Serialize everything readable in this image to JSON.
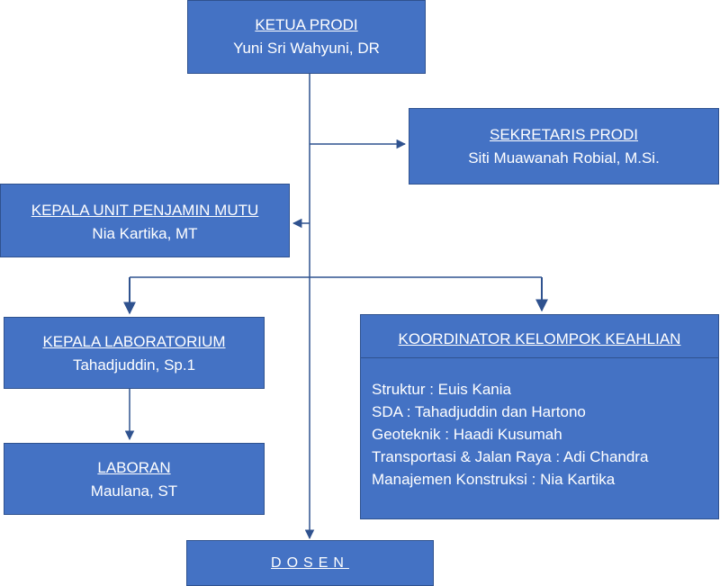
{
  "ketua": {
    "title": "KETUA PRODI",
    "name": "Yuni Sri Wahyuni, DR"
  },
  "sekretaris": {
    "title": "SEKRETARIS PRODI",
    "name": "Siti Muawanah Robial, M.Si."
  },
  "kepala_upm": {
    "title": "KEPALA UNIT PENJAMIN MUTU",
    "name": "Nia Kartika, MT"
  },
  "kepala_lab": {
    "title": "KEPALA LABORATORIUM",
    "name": "Tahadjuddin, Sp.1"
  },
  "koordinator": {
    "title": "KOORDINATOR KELOMPOK KEAHLIAN",
    "items": [
      "Struktur : Euis Kania",
      "SDA : Tahadjuddin dan Hartono",
      "Geoteknik : Haadi Kusumah",
      "Transportasi & Jalan Raya : Adi Chandra",
      "Manajemen Konstruksi : Nia Kartika"
    ]
  },
  "laboran": {
    "title": "LABORAN",
    "name": "Maulana, ST"
  },
  "dosen": {
    "title": "DOSEN"
  },
  "colors": {
    "box_fill": "#4472c4",
    "box_border": "#2f528f",
    "connector": "#2f528f"
  }
}
